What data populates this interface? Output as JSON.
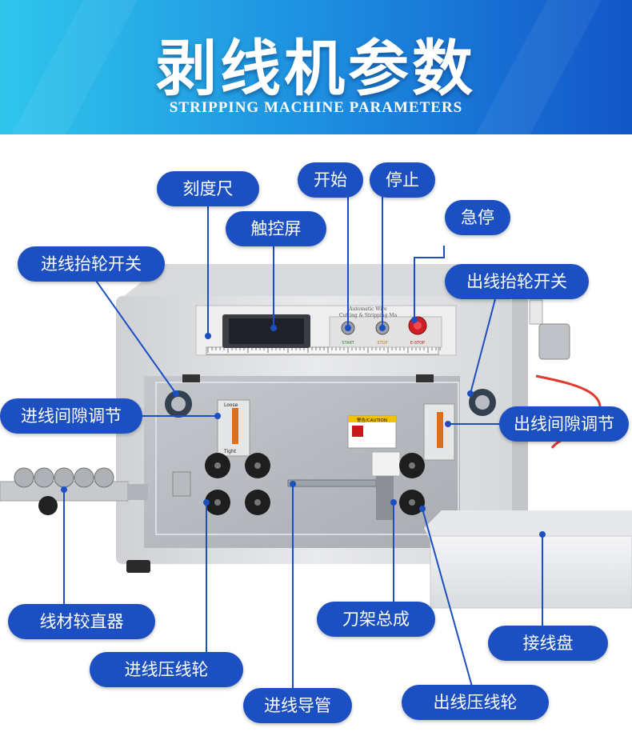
{
  "header": {
    "title": "剥线机参数",
    "subtitle": "STRIPPING MACHINE PARAMETERS"
  },
  "machine": {
    "panel_text_line1": "Automatic Wire",
    "panel_text_line2": "Cutting & Stripping Ma",
    "start_label": "START",
    "stop_label": "STOP",
    "estop_label": "E-STOP",
    "caution_label": "警告/CAUTION",
    "loose_label": "Loose",
    "tight_label": "Tight"
  },
  "callouts": {
    "scale": "刻度尺",
    "touchscreen": "触控屏",
    "start": "开始",
    "stop": "停止",
    "emergency_stop": "急停",
    "inlet_lift_switch": "进线抬轮开关",
    "outlet_lift_switch": "出线抬轮开关",
    "inlet_gap_adjust": "进线间隙调节",
    "outlet_gap_adjust": "出线间隙调节",
    "wire_straightener": "线材较直器",
    "knife_holder": "刀架总成",
    "wire_tray": "接线盘",
    "inlet_press_wheel": "进线压线轮",
    "inlet_guide_tube": "进线导管",
    "outlet_press_wheel": "出线压线轮"
  },
  "colors": {
    "callout_bg": "#1b4fc2",
    "leader_line": "#1b4fc2",
    "banner_start": "#2fc6ec",
    "banner_end": "#1356c9"
  }
}
